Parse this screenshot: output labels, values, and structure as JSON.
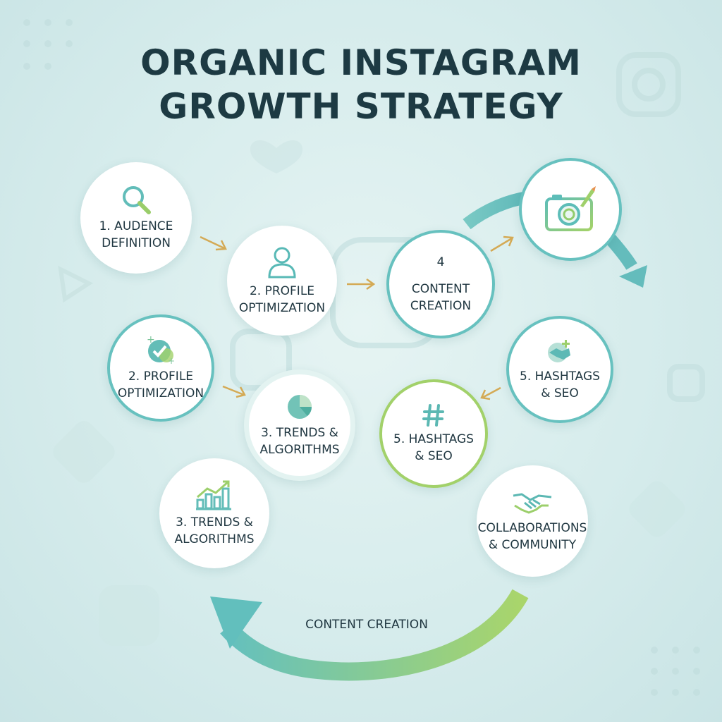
{
  "title": {
    "line1": "ORGANIC INSTAGRAM",
    "line2": "GROWTH STRATEGY"
  },
  "nodes": {
    "audience": {
      "label_line1": "1. AUDENCE",
      "label_line2": "DEFINITION",
      "icon": "magnifier-icon"
    },
    "profile_top": {
      "label_line1": "2. PROFILE",
      "label_line2": "OPTIMIZATION",
      "icon": "user-icon"
    },
    "content_top": {
      "number": "4",
      "label_line1": "CONTENT",
      "label_line2": "CREATION"
    },
    "camera": {
      "icon": "camera-icon"
    },
    "profile_left": {
      "label_line1": "2. PROFILE",
      "label_line2": "OPTIMIZATION",
      "icon": "verified-badge-icon"
    },
    "trends_mid": {
      "label_line1": "3. TRENDS &",
      "label_line2": "ALGORITHMS",
      "icon": "pie-chart-icon"
    },
    "hashtags_right": {
      "label_line1": "5. HASHTAGS",
      "label_line2": "& SEO",
      "icon": "handshake-icon"
    },
    "hashtags_mid": {
      "label_line1": "5. HASHTAGS",
      "label_line2": "& SEO",
      "icon": "hashtag-icon"
    },
    "trends_bottom": {
      "label_line1": "3. TRENDS &",
      "label_line2": "ALGORITHMS",
      "icon": "growth-chart-icon"
    },
    "collab": {
      "label_line1": "COLLABORATIONS",
      "label_line2": "& COMMUNITY",
      "icon": "handshake-icon"
    }
  },
  "cycle_arrow": {
    "label": "CONTENT CREATION"
  },
  "colors": {
    "teal": "#67c1bf",
    "green": "#a2d16a",
    "gold": "#d4aa55",
    "text": "#1f3640",
    "title": "#1d3a43"
  }
}
